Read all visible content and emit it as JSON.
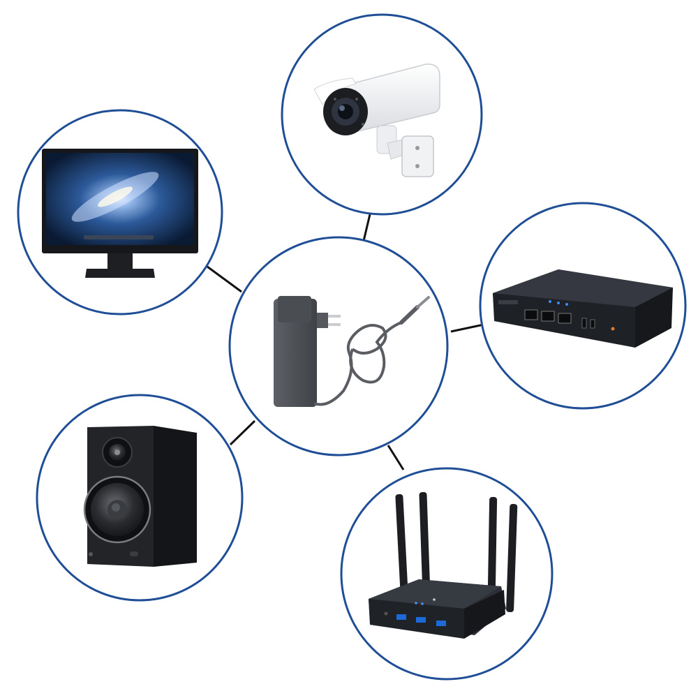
{
  "diagram": {
    "type": "hub-and-spoke",
    "hub": {
      "name": "power-adapter",
      "icon": "ac-power-adapter-icon"
    },
    "devices": [
      {
        "name": "monitor",
        "icon": "desktop-monitor-icon"
      },
      {
        "name": "security-camera",
        "icon": "cctv-bullet-camera-icon"
      },
      {
        "name": "network-switch",
        "icon": "ethernet-switch-icon"
      },
      {
        "name": "speaker",
        "icon": "bookshelf-speaker-icon"
      },
      {
        "name": "wifi-router",
        "icon": "wireless-router-icon"
      }
    ]
  },
  "colors": {
    "circle_stroke": "#1f4e96",
    "connector": "#111111",
    "device_dark": "#1d1f23",
    "device_light": "#f2f3f5"
  }
}
